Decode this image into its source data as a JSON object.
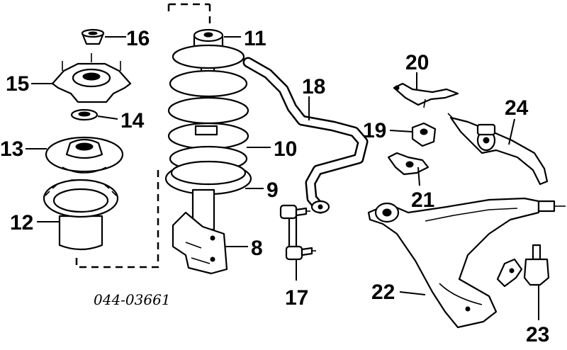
{
  "drawing_code": "044-03661",
  "callouts": [
    "16",
    "15",
    "14",
    "13",
    "12",
    "11",
    "10",
    "9",
    "8",
    "17",
    "18",
    "19",
    "20",
    "21",
    "24",
    "22",
    "23"
  ]
}
